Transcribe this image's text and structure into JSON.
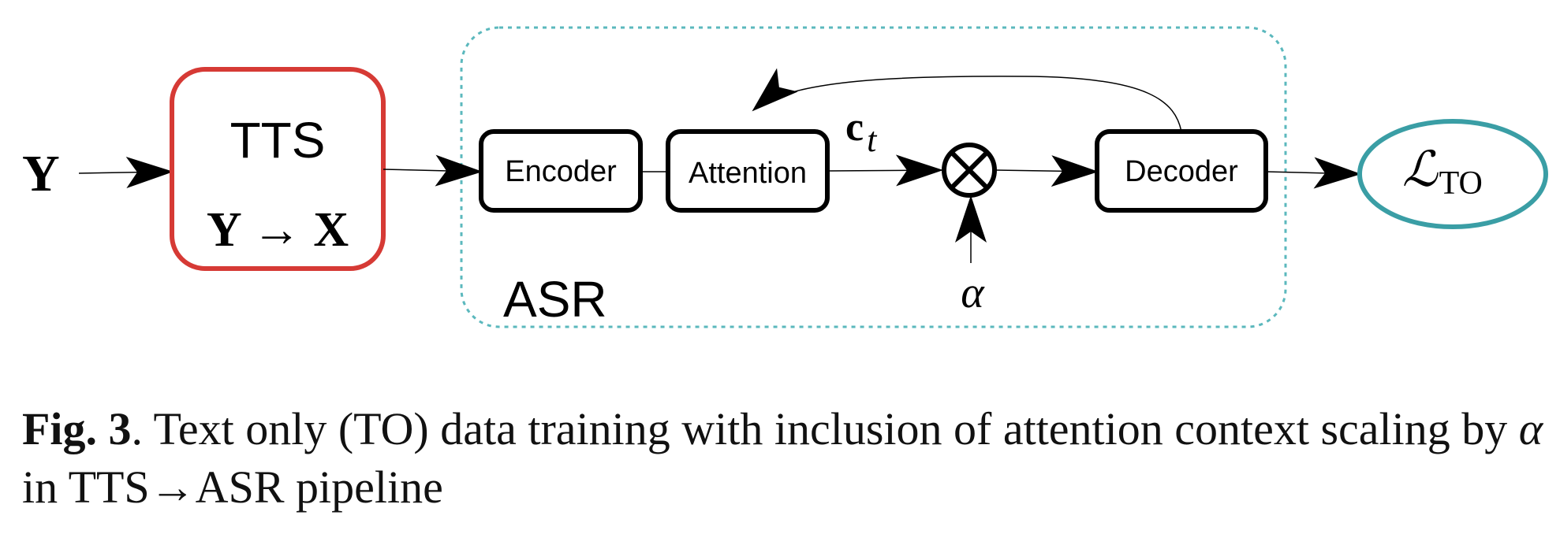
{
  "diagram": {
    "input_label": "Y",
    "tts": {
      "title": "TTS",
      "mapping": "Y → X",
      "color": "#d63a35"
    },
    "asr": {
      "label": "ASR",
      "color": "#5bb8bd"
    },
    "encoder_label": "Encoder",
    "attention_label": "Attention",
    "context_label": "c",
    "context_sub": "t",
    "multiply_symbol": "⊗",
    "alpha_label": "α",
    "decoder_label": "Decoder",
    "loss": {
      "symbol": "ℒ",
      "sub": "TO",
      "color": "#3a9ea5"
    }
  },
  "caption": {
    "fig_label": "Fig. 3",
    "text_before_alpha": ". Text only (TO) data training with inclusion of attention context scaling by ",
    "alpha": "α",
    "text_after_alpha": " in TTS→ASR pipeline"
  }
}
